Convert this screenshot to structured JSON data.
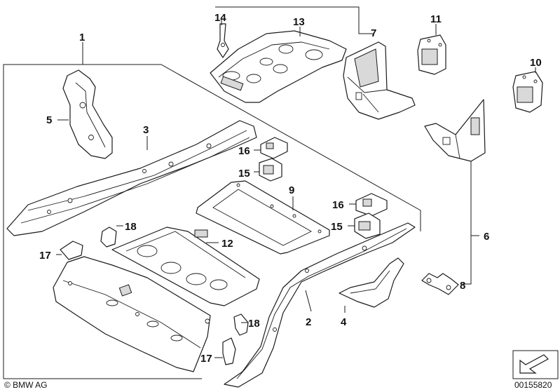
{
  "callouts": {
    "c1": "1",
    "c2": "2",
    "c3": "3",
    "c4": "4",
    "c5": "5",
    "c6": "6",
    "c7": "7",
    "c8": "8",
    "c9": "9",
    "c10": "10",
    "c11": "11",
    "c12": "12",
    "c13": "13",
    "c14": "14",
    "c15a": "15",
    "c15b": "15",
    "c16a": "16",
    "c16b": "16",
    "c17a": "17",
    "c17b": "17",
    "c18a": "18",
    "c18b": "18"
  },
  "footer": {
    "copyright": "© BMW AG",
    "diagram_number": "00155820"
  }
}
